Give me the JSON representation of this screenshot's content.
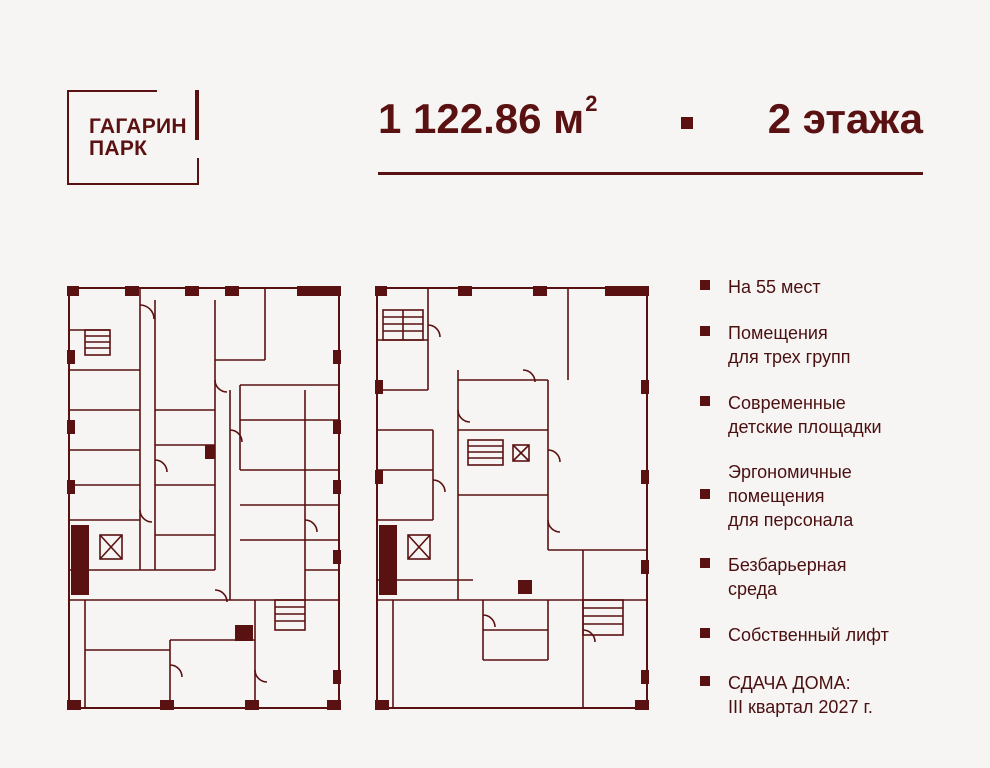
{
  "brand": {
    "line1": "ГАГАРИН",
    "line2": "ПАРК",
    "color": "#5a1111"
  },
  "headline": {
    "area": "1 122.86 м",
    "area_superscript": "2",
    "floors": "2 этажа"
  },
  "features": [
    {
      "text": "На 55 мест"
    },
    {
      "text": "Помещения\nдля трех групп"
    },
    {
      "text": "Современные\nдетские площадки"
    },
    {
      "text": "Эргономичные\nпомещения\nдля персонала"
    },
    {
      "text": "Безбарьерная\nсреда"
    },
    {
      "text": "Собственный лифт"
    },
    {
      "text": "СДАЧА ДОМА:\nIII квартал 2027 г."
    }
  ],
  "colors": {
    "background": "#f7f4f4",
    "accent": "#5a1111"
  }
}
